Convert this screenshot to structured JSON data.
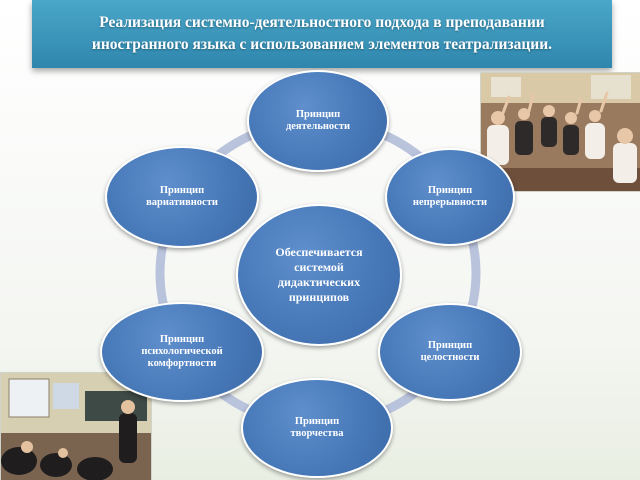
{
  "title": {
    "line1": "Реализация системно-деятельностного подхода в преподавании",
    "line2": "иностранного языка с использованием элементов театрализации."
  },
  "diagram": {
    "center": "Обеспечивается\nсистемой\nдидактических\nпринципов",
    "principles": [
      "Принцип\nдеятельности",
      "Принцип\nнепрерывности",
      "Принцип\nцелостности",
      "Принцип\nтворчества",
      "Принцип\nпсихологической\nкомфортности",
      "Принцип\nвариативности"
    ]
  },
  "colors": {
    "title_bar": "#2f86ad",
    "node_fill": "#4778b8",
    "ring": "#b9c3dc"
  }
}
